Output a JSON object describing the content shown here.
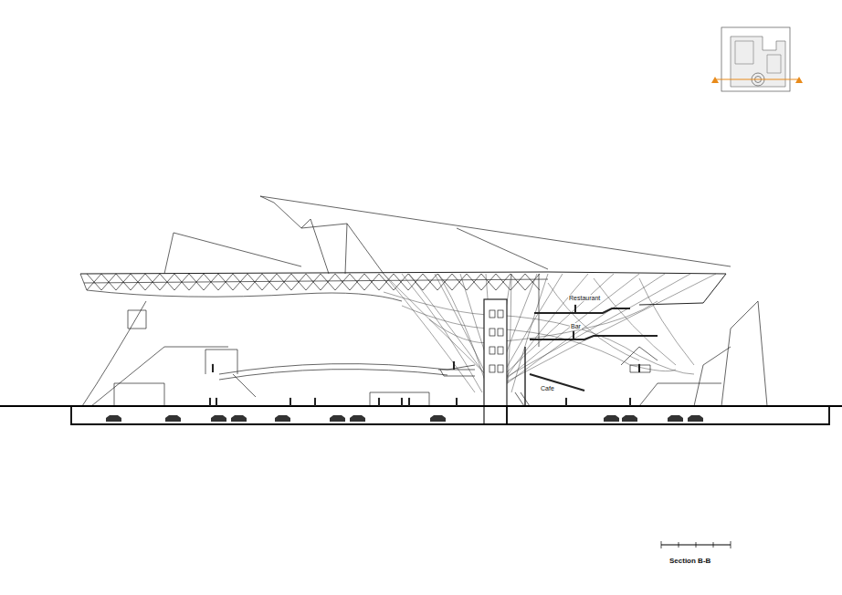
{
  "diagram": {
    "caption": "Section B-B",
    "labels": [
      "Restaurant",
      "Bar",
      "Cafe"
    ]
  }
}
